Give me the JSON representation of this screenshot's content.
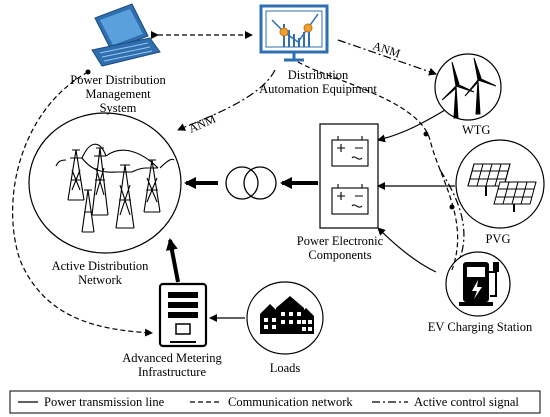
{
  "labels": {
    "pdms": [
      "Power Distribution",
      "Management",
      "System"
    ],
    "dae": [
      "Distribution",
      "Automation Equipment"
    ],
    "wtg": "WTG",
    "pvg": "PVG",
    "ev": "EV Charging Station",
    "pec": [
      "Power Electronic",
      "Components"
    ],
    "adn": [
      "Active Distribution",
      "Network"
    ],
    "ami": [
      "Advanced Metering",
      "Infrastructure"
    ],
    "loads": "Loads",
    "anm_top": "ANM",
    "anm_left": "ANM"
  },
  "legend": {
    "power": "Power transmission line",
    "comm": "Communication network",
    "control": "Active control signal"
  },
  "icons": {
    "pdms": "laptop-icon",
    "dae": "monitor-chart-icon",
    "wtg": "wind-turbine-icon",
    "pvg": "solar-panel-icon",
    "ev": "ev-charger-icon",
    "pec": "battery-inverter-icon",
    "adn": "transmission-tower-icon",
    "ami": "smart-meter-icon",
    "loads": "houses-icon",
    "transformer": "transformer-icon"
  },
  "colors": {
    "laptop": "#2f6fb0",
    "laptop_screen": "#5aa0dc",
    "dae_bars": "#2f6fb0",
    "dae_nodes": "#f0a030",
    "ink": "#000000"
  }
}
